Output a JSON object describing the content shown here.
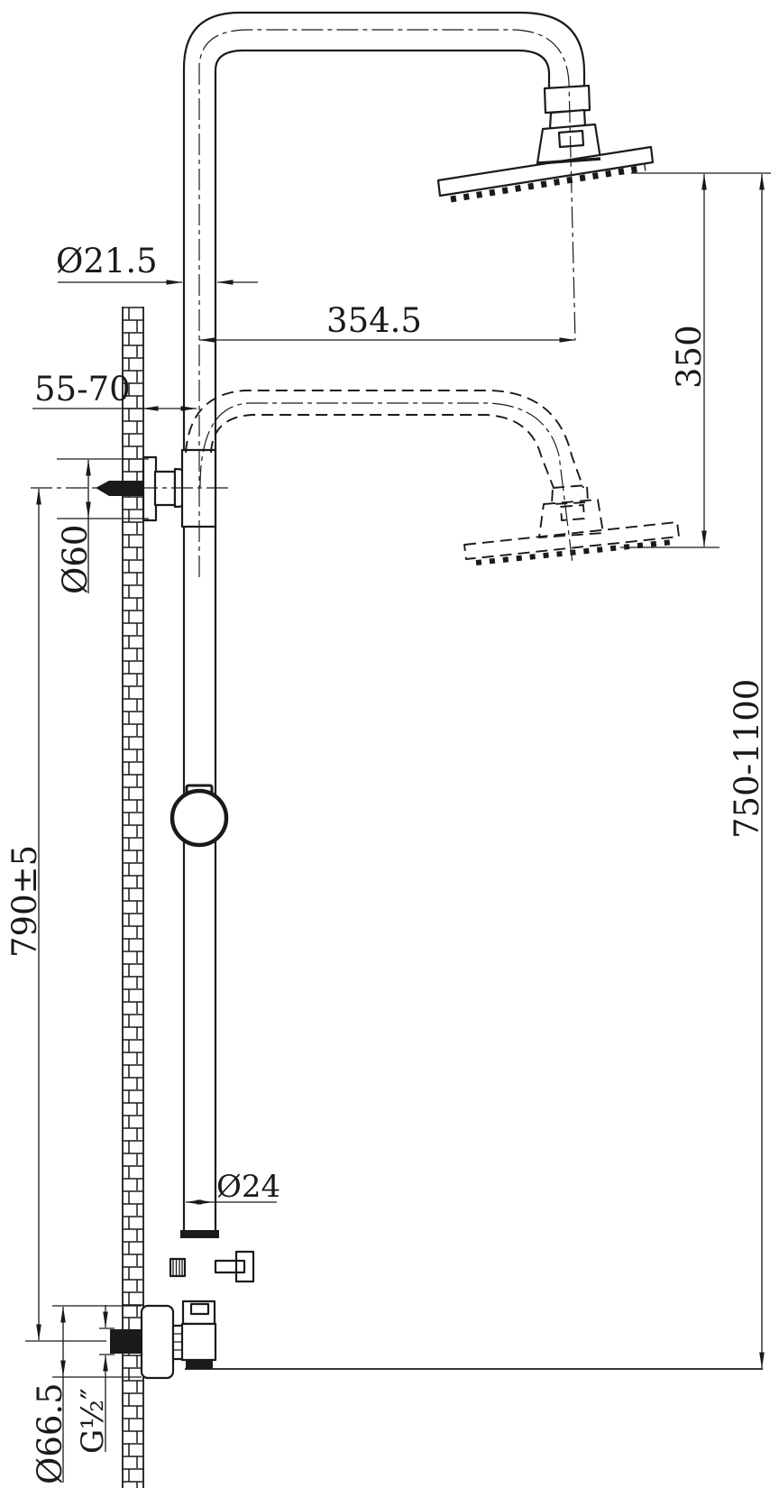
{
  "drawing": {
    "type": "technical-line-drawing",
    "background": "#ffffff",
    "line_color": "#1a1a1a",
    "dimensions": {
      "head_pipe_diameter": "Ø21.5",
      "wall_offset_range": "55-70",
      "arm_reach": "354.5",
      "head_height_adjust": "350",
      "bracket_diameter": "Ø60",
      "riser_height": "790±5",
      "riser_diameter": "Ø24",
      "overall_height_range": "750-1100",
      "inlet_escutcheon_diameter": "Ø66.5",
      "inlet_thread": "G½″"
    }
  }
}
